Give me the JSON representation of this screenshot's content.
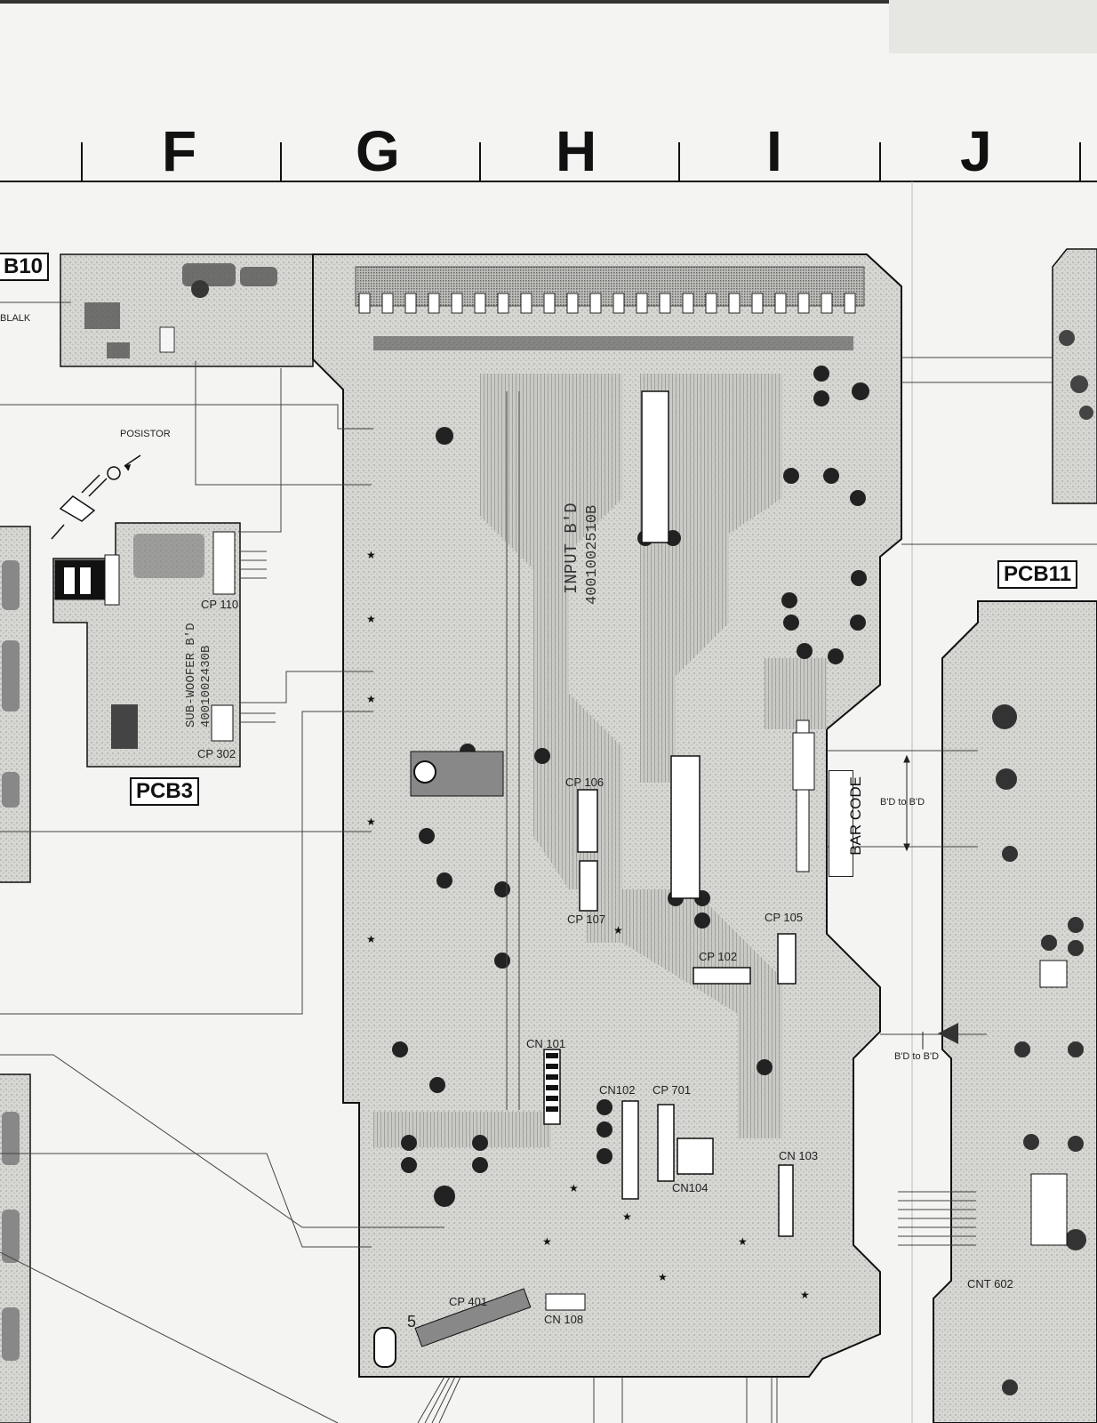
{
  "grid_columns": [
    "F",
    "G",
    "H",
    "I",
    "J"
  ],
  "boards": {
    "pcb10": "B10",
    "pcb3": "PCB3",
    "pcb11": "PCB11"
  },
  "labels": {
    "blalk": "BLALK",
    "posistor": "POSISTOR",
    "bd_to_bd_upper": "B'D to B'D",
    "bd_to_bd_lower": "B'D to B'D",
    "bar_code": "BAR CODE",
    "input_bd": "INPUT B'D",
    "input_bd_code": "4001002510B",
    "subwoofer_bd": "SUB-WOOFER B'D",
    "subwoofer_code": "4001002430B"
  },
  "connectors": {
    "cp110": "CP 110",
    "cp302": "CP 302",
    "cp106": "CP 106",
    "cp107": "CP 107",
    "cp105": "CP 105",
    "cp102": "CP 102",
    "cn101": "CN 101",
    "cn102": "CN102",
    "cp701": "CP 701",
    "cn103": "CN 103",
    "cn104": "CN104",
    "cnt602": "CNT 602",
    "cp401": "CP 401",
    "cn108": "CN 108",
    "pin5": "5"
  },
  "colors": {
    "ink": "#111111",
    "paper": "#f4f4f2",
    "board_fill": "#dcdcd8",
    "trace": "#555555"
  }
}
